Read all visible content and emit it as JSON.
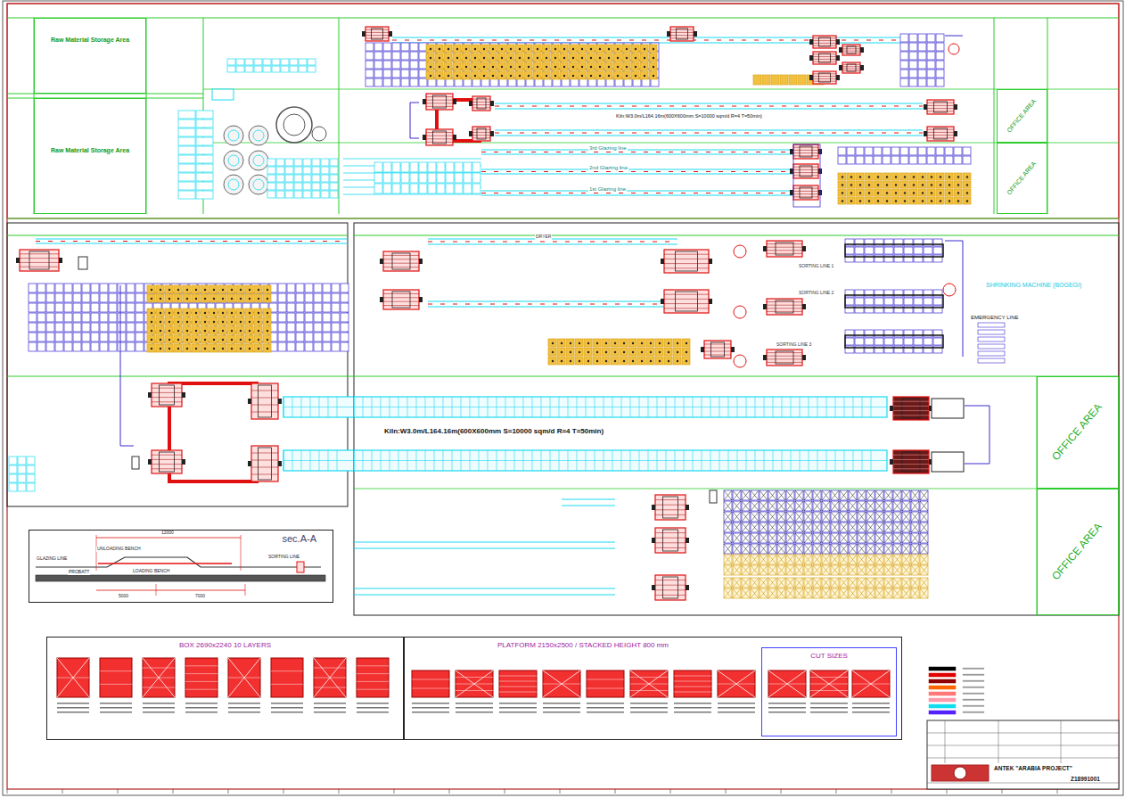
{
  "diagram": {
    "nodes": [
      {
        "text": [
          "Raw Material Storage Area"
        ]
      },
      {
        "text": [
          "Raw Material Storage Area"
        ]
      },
      {
        "text": [
          "OFFICE AREA"
        ]
      },
      {
        "text": [
          "OFFICE AREA"
        ]
      },
      {
        "text": [
          "OFFICE AREA"
        ]
      },
      {
        "text": [
          "OFFICE AREA"
        ]
      },
      {
        "text": [
          "sec.A-A"
        ]
      },
      {
        "text": [
          "BOX 2690x2240 10 LAYERS"
        ]
      },
      {
        "text": [
          "PLATFORM 2150x2500 / STACKED HEIGHT 800 mm"
        ]
      },
      {
        "text": [
          "CUT SIZES"
        ],
        "in": 8
      }
    ],
    "labels": [
      "Kiln:W3.0m/L164.16m(600X600mm S=10000 sqm/d R=4 T=50min)",
      "3rd Glazing line",
      "2nd Glazing line",
      "1st Glazing line",
      "Kiln:W3.0m/L164.16m(600X600mm S=10000 sqm/d R=4 T=50min)",
      "SHRINKING MACHINE (BOGEGI)",
      "EMERGENCY LINE",
      "SORTING LINE 1",
      "SORTING LINE 2",
      "SORTING LINE 3",
      "UNLOADING BENCH",
      "LOADING BENCH",
      "SORTING LINE",
      "GLAZING LINE",
      "PROBATT",
      "12000",
      "5000",
      "7000",
      "ANTEK \"ARABIA PROJECT\"",
      "Z18991001",
      "DRYER"
    ]
  }
}
